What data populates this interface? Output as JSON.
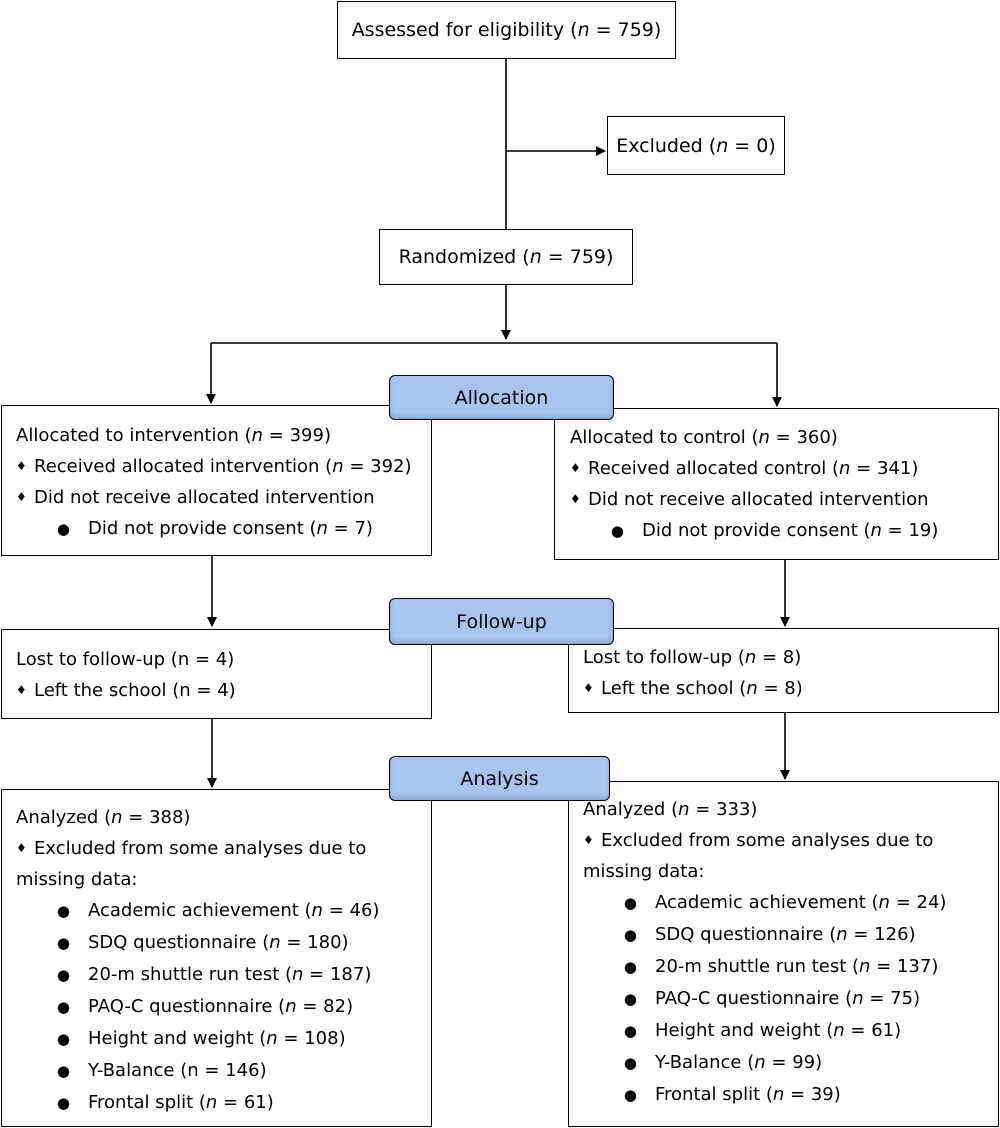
{
  "enrollment": {
    "assessed": "Assessed for eligibility",
    "assessed_n": "759",
    "excluded": "Excluded",
    "excluded_n": "0",
    "randomized": "Randomized",
    "randomized_n": "759"
  },
  "stages": {
    "allocation": "Allocation",
    "follow_up": "Follow-up",
    "analysis": "Analysis"
  },
  "intervention": {
    "allocated": "Allocated to intervention",
    "allocated_n": "399",
    "received": "Received allocated intervention",
    "received_n": "392",
    "not_received": "Did not receive allocated intervention",
    "no_consent": "Did not provide consent",
    "no_consent_n": "7",
    "lost": "Lost to follow-up (n = 4)",
    "left": "Left the school (n = 4)",
    "analyzed": "Analyzed",
    "analyzed_n": "388",
    "excluded_text": "Excluded from some analyses due to",
    "excluded_text2": "missing data:",
    "missing": [
      {
        "label": "Academic achievement",
        "n": "46",
        "italic_n": true
      },
      {
        "label": "SDQ questionnaire",
        "n": "180",
        "italic_n": true
      },
      {
        "label": "20-m shuttle run test",
        "n": "187",
        "italic_n": true
      },
      {
        "label": "PAQ-C questionnaire",
        "n": "82",
        "italic_n": true
      },
      {
        "label": "Height and weight",
        "n": "108",
        "italic_n": true
      },
      {
        "label": "Y-Balance",
        "n": "146",
        "italic_n": false
      },
      {
        "label": "Frontal split",
        "n": "61",
        "italic_n": true
      }
    ]
  },
  "control": {
    "allocated": "Allocated to control",
    "allocated_n": "360",
    "received": "Received allocated control",
    "received_n": "341",
    "not_received": "Did not receive allocated intervention",
    "no_consent": "Did not provide consent",
    "no_consent_n": "19",
    "lost": "Lost to follow-up",
    "lost_n": "8",
    "left": "Left the school",
    "left_n": "8",
    "analyzed": "Analyzed",
    "analyzed_n": "333",
    "excluded_text": "Excluded from some analyses due to",
    "excluded_text2": "missing data:",
    "missing": [
      {
        "label": "Academic achievement",
        "n": "24",
        "italic_n": true
      },
      {
        "label": "SDQ questionnaire",
        "n": "126",
        "italic_n": true
      },
      {
        "label": "20-m shuttle run test",
        "n": "137",
        "italic_n": true
      },
      {
        "label": "PAQ-C questionnaire",
        "n": "75",
        "italic_n": true
      },
      {
        "label": "Height and weight",
        "n": "61",
        "italic_n": true
      },
      {
        "label": "Y-Balance",
        "n": "99",
        "italic_n": true
      },
      {
        "label": "Frontal split",
        "n": "39",
        "italic_n": true
      }
    ]
  }
}
